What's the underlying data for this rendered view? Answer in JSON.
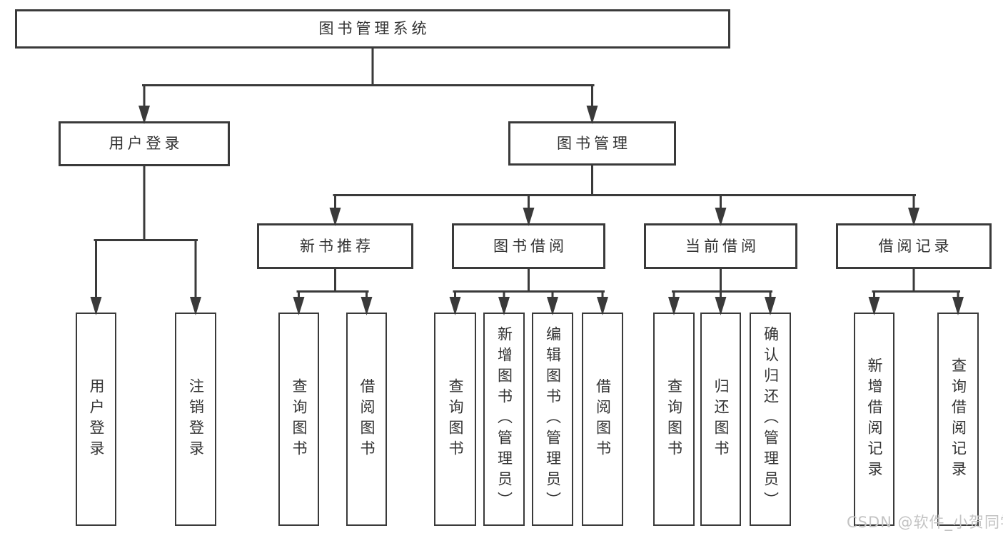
{
  "diagram": {
    "root": {
      "id": "library-system",
      "label": "图书管理系统",
      "children": [
        {
          "id": "user-login",
          "label": "用户登录",
          "children": [
            {
              "id": "leaf-user-login",
              "label": "用户登录"
            },
            {
              "id": "leaf-logout",
              "label": "注销登录"
            }
          ]
        },
        {
          "id": "book-mgmt",
          "label": "图书管理",
          "children": [
            {
              "id": "new-book-rec",
              "label": "新书推荐",
              "children": [
                {
                  "id": "nb-query",
                  "label": "查询图书"
                },
                {
                  "id": "nb-borrow",
                  "label": "借阅图书"
                }
              ]
            },
            {
              "id": "book-borrow",
              "label": "图书借阅",
              "children": [
                {
                  "id": "bb-query",
                  "label": "查询图书"
                },
                {
                  "id": "bb-add",
                  "label": "新增图书（管理员）"
                },
                {
                  "id": "bb-edit",
                  "label": "编辑图书（管理员）"
                },
                {
                  "id": "bb-borrow",
                  "label": "借阅图书"
                }
              ]
            },
            {
              "id": "current-borrow",
              "label": "当前借阅",
              "children": [
                {
                  "id": "cb-query",
                  "label": "查询图书"
                },
                {
                  "id": "cb-return",
                  "label": "归还图书"
                },
                {
                  "id": "cb-confirm",
                  "label": "确认归还（管理员）"
                }
              ]
            },
            {
              "id": "borrow-record",
              "label": "借阅记录",
              "children": [
                {
                  "id": "br-add",
                  "label": "新增借阅记录"
                },
                {
                  "id": "br-query",
                  "label": "查询借阅记录"
                }
              ]
            }
          ]
        }
      ]
    },
    "watermark": "CSDN @软件_小贺同学",
    "colors": {
      "line": "#3a3a3a",
      "border": "#3a3a3a",
      "text": "#333333",
      "watermark": "#c3c3c3",
      "background": "#ffffff"
    }
  }
}
